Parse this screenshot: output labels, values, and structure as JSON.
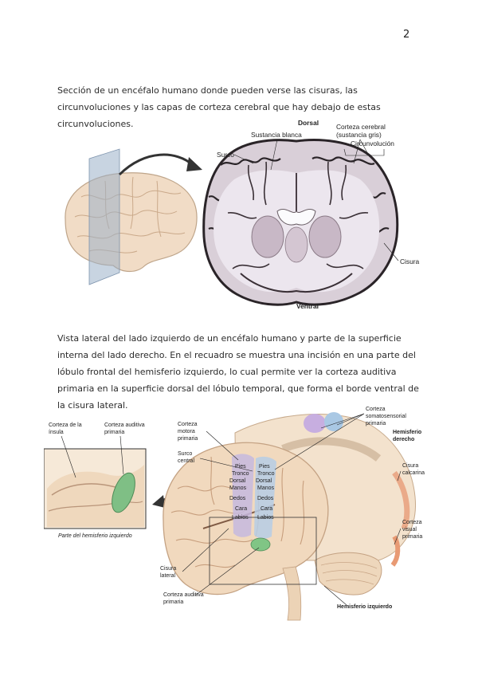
{
  "page": {
    "number": "2"
  },
  "paragraph1": "Sección de un encéfalo humano donde pueden verse las cisuras, las circunvoluciones y las capas de corteza cerebral que hay debajo de estas circunvoluciones.",
  "paragraph2": "Vista lateral del lado izquierdo de un encéfalo humano y parte de la superficie interna del lado derecho. En el recuadro se muestra una incisión en una parte del lóbulo frontal del hemisferio izquierdo, lo cual permite ver la corteza auditiva primaria en la superficie dorsal del lóbulo temporal, que forma el borde ventral de la cisura lateral.",
  "figure1": {
    "labels": {
      "dorsal": "Dorsal",
      "ventral": "Ventral",
      "sustancia_blanca": "Sustancia blanca",
      "corteza_cerebral": "Corteza cerebral",
      "sustancia_gris": "(sustancia gris)",
      "circunvolucion": "Circunvolución",
      "surco": "Surco",
      "cisura": "Cisura"
    }
  },
  "figure2": {
    "inset": {
      "corteza_insula_1": "Corteza de la",
      "corteza_insula_2": "ínsula",
      "corteza_auditiva_1": "Corteza auditiva",
      "corteza_auditiva_2": "primaria",
      "caption": "Parte del hemisferio izquierdo"
    },
    "labels": {
      "corteza_motora_1": "Corteza",
      "corteza_motora_2": "motora",
      "corteza_motora_3": "primaria",
      "surco_central_1": "Surco",
      "surco_central_2": "central",
      "corteza_somato_1": "Corteza",
      "corteza_somato_2": "somatosensorial",
      "corteza_somato_3": "primaria",
      "hemisferio_derecho_1": "Hemisferio",
      "hemisferio_derecho_2": "derecho",
      "cisura_calcarina_1": "Cisura",
      "cisura_calcarina_2": "calcarina",
      "corteza_visual_1": "Corteza",
      "corteza_visual_2": "visual",
      "corteza_visual_3": "primaria",
      "cisura_lateral_1": "Cisura",
      "cisura_lateral_2": "lateral",
      "corteza_auditiva_1": "Corteza auditiva",
      "corteza_auditiva_2": "primaria",
      "hemisferio_izquierdo": "Hemisferio izquierdo"
    },
    "body_map": [
      "Pies",
      "Tronco",
      "Dorsal",
      "Manos",
      "Dedos",
      "Cara",
      "Labios"
    ],
    "body_map_right": [
      "Pies",
      "Tronco",
      "Dorsal",
      "Manos",
      "Dedos",
      "Cara",
      "Labios"
    ]
  }
}
